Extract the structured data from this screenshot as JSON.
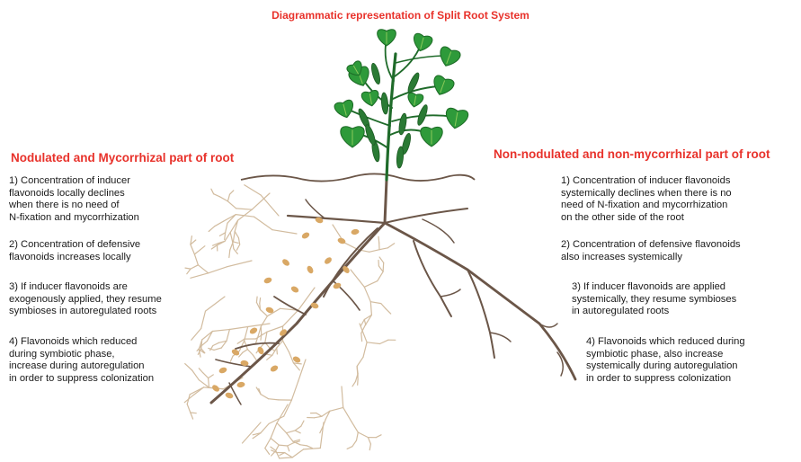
{
  "title": "Diagrammatic representation of Split Root System",
  "left": {
    "heading": "Nodulated and Mycorrhizal part of root",
    "points": [
      "1) Concentration of inducer\nflavonoids locally declines\nwhen there is no need of\nN-fixation and mycorrhization",
      "2) Concentration of defensive\nflavonoids increases locally",
      "3) If inducer flavonoids are\nexogenously applied, they resume\nsymbioses in autoregulated roots",
      "4) Flavonoids which reduced\nduring symbiotic phase,\nincrease during autoregulation\nin order to suppress colonization"
    ]
  },
  "right": {
    "heading": "Non-nodulated and non-mycorrhizal part of root",
    "points": [
      "1) Concentration of inducer flavonoids\nsystemically declines when there is no\nneed of N-fixation and mycorrhization\non the other side of the root",
      "2) Concentration of defensive flavonoids\nalso increases systemically",
      "3) If inducer flavonoids are applied\nsystemically, they resume symbioses\nin autoregulated roots",
      "4) Flavonoids which reduced during\nsymbiotic phase, also increase\nsystemically during autoregulation\nin order to suppress colonization"
    ]
  },
  "colors": {
    "heading": "#e8322b",
    "root": "#6b5648",
    "hyphae": "#d2bc9f",
    "nodule": "#d9a865",
    "stem": "#1f6b2a",
    "leaf": "#2e9a3a",
    "leaf_light": "#8cc95a",
    "pod": "#2a7a34"
  }
}
